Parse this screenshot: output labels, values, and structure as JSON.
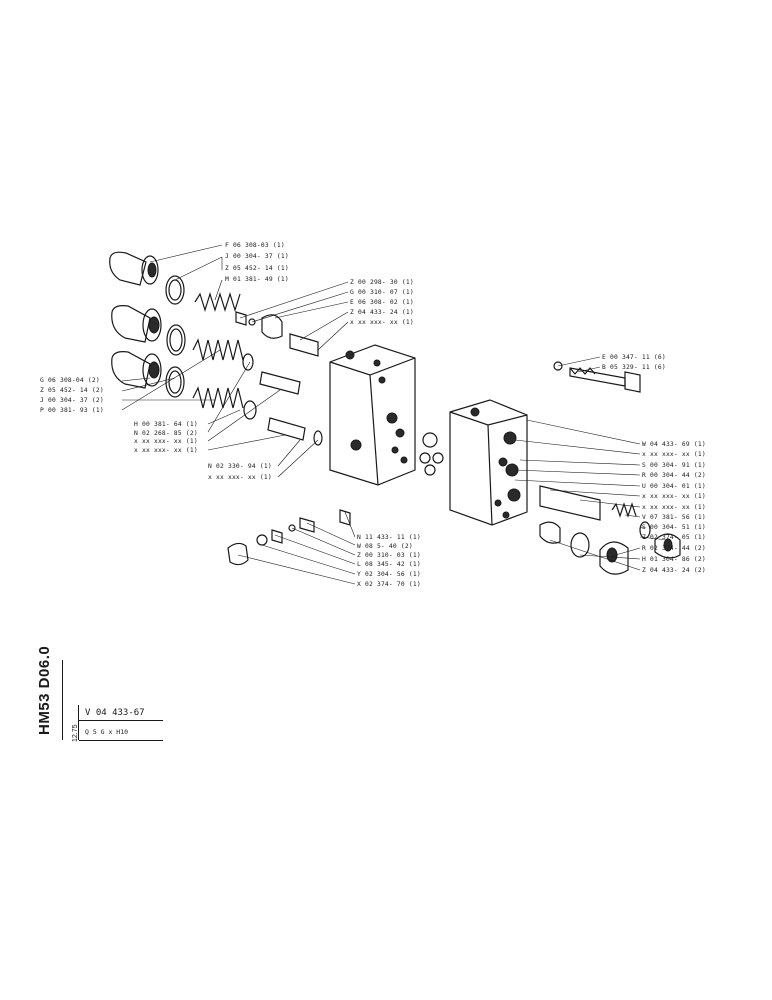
{
  "sheet": {
    "side_code": "HM53 D06.0",
    "revision": "12.75",
    "part_number": "V 04 433-67",
    "description": "Q 5 G x H10"
  },
  "labels": {
    "left": [
      {
        "text": "F 06 308-03 (1)"
      },
      {
        "text": "J 00 304- 37 (1)"
      },
      {
        "text": "Z 05 452- 14 (1)"
      },
      {
        "text": "M 01 381- 49 (1)"
      },
      {
        "text": "G 06 308-04 (2)"
      },
      {
        "text": "Z 05 452- 14 (2)"
      },
      {
        "text": "J 00 304- 37 (2)"
      },
      {
        "text": "P 00 381- 93 (1)"
      },
      {
        "text": "H 00 381- 64 (1)"
      },
      {
        "text": "N 02 268- 85 (2)"
      },
      {
        "text": "x xx xxx- xx (1)"
      },
      {
        "text": "x xx xxx- xx (1)"
      },
      {
        "text": "N 02 330- 94 (1)"
      },
      {
        "text": "x xx xxx- xx (1)"
      }
    ],
    "top": [
      {
        "text": "Z 00 298- 30 (1)"
      },
      {
        "text": "G 00 310- 07 (1)"
      },
      {
        "text": "E 06 308- 02 (1)"
      },
      {
        "text": "Z 04 433- 24 (1)"
      },
      {
        "text": "x xx xxx- xx (1)"
      }
    ],
    "bottom": [
      {
        "text": "N 11 433- 11 (1)"
      },
      {
        "text": "W 08    5- 40 (2)"
      },
      {
        "text": "Z 00 310- 03 (1)"
      },
      {
        "text": "L 08 345- 42 (1)"
      },
      {
        "text": "Y 02 304- 56 (1)"
      },
      {
        "text": "X 02 374- 70 (1)"
      }
    ],
    "right_top": [
      {
        "text": "E 00 347- 11 (6)"
      },
      {
        "text": "B 05 329- 11 (6)"
      }
    ],
    "right": [
      {
        "text": "W 04 433- 69 (1)"
      },
      {
        "text": "x xx xxx- xx (1)"
      },
      {
        "text": "S 00 304- 91 (1)"
      },
      {
        "text": "R 00 304- 44 (2)"
      },
      {
        "text": "U 00 304- 01 (1)"
      },
      {
        "text": "x xx xxx- xx (1)"
      },
      {
        "text": "x xx xxx- xx (1)"
      },
      {
        "text": "V 07 381- 56 (1)"
      },
      {
        "text": "S 00 304- 51 (1)"
      },
      {
        "text": "Z 02 374- 05 (1)"
      },
      {
        "text": "R 02 374- 44 (2)"
      },
      {
        "text": "H 01 304- 86 (2)"
      },
      {
        "text": "Z 04 433- 24 (2)"
      }
    ]
  }
}
